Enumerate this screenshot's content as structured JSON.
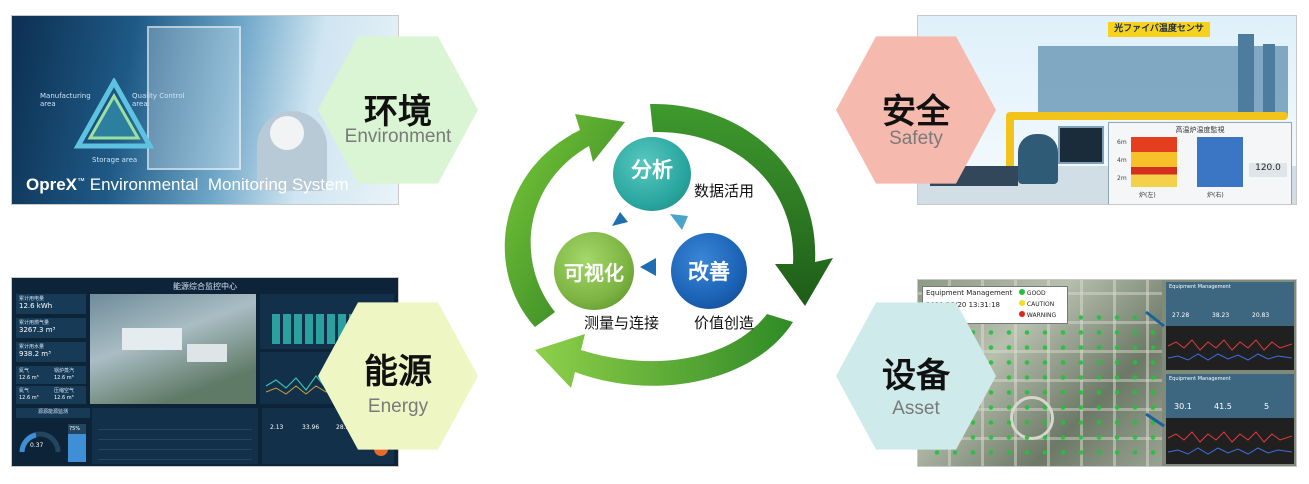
{
  "hexagons": {
    "environment": {
      "cn": "环境",
      "en": "Environment",
      "color": "#d9f5d3"
    },
    "safety": {
      "cn": "安全",
      "en": "Safety",
      "color": "#f6b9ae"
    },
    "energy": {
      "cn": "能源",
      "en": "Energy",
      "color": "#eef7c4"
    },
    "asset": {
      "cn": "设备",
      "en": "Asset",
      "color": "#cfeaea"
    }
  },
  "cycle": {
    "analyze": {
      "label": "分析",
      "caption": "数据活用",
      "color": "#2aa7a0"
    },
    "improve": {
      "label": "改善",
      "caption": "价值创造",
      "color": "#1b62b5"
    },
    "visualize": {
      "label": "可视化",
      "caption": "测量与连接",
      "color": "#7cb342"
    }
  },
  "env_panel": {
    "labels": [
      "Manufacturing area",
      "Quality Control area",
      "Storage area"
    ],
    "brand": "OpreX",
    "tm": "™",
    "system": "Environmental  Monitoring System"
  },
  "safety_panel": {
    "sign": "光ファイバ温度センサ",
    "monitor_title": "高温炉温度監視",
    "reading": "120.0",
    "axis_labels": [
      "6m",
      "4m",
      "2m"
    ],
    "furnace_left": "炉(左)",
    "furnace_right": "炉(右)"
  },
  "energy_panel": {
    "title": "能源综合监控中心",
    "metrics": [
      {
        "label": "累计用电量",
        "value": "12.6 kWh"
      },
      {
        "label": "累计用燃气量",
        "value": "3267.3 m³"
      },
      {
        "label": "累计用水量",
        "value": "938.2 m³"
      }
    ],
    "pairs": [
      {
        "left_label": "氮气",
        "right_label": "锅炉蒸汽",
        "left": "12.6 m³",
        "right": "12.6 m³"
      },
      {
        "left_label": "氮气",
        "right_label": "压缩空气",
        "left": "12.6 m³",
        "right": "12.6 m³"
      }
    ],
    "section": "源源能源监测",
    "gauge_value": "0.37",
    "bar_pct": "75%",
    "pipe_values": [
      "2.13",
      "33.96",
      "28.31"
    ]
  },
  "asset_panel": {
    "title": "Equipment Management",
    "timestamp": "2021/12/20 13:31:18",
    "legend": [
      {
        "label": "GOOD",
        "color": "#22c13a"
      },
      {
        "label": "CAUTION",
        "color": "#f2df1e"
      },
      {
        "label": "WARNING",
        "color": "#e3231b"
      }
    ],
    "mini_title": "Equipment Management",
    "mini_values_top": [
      "27.28",
      "38.23",
      "20.83"
    ],
    "mini_values_bottom": [
      "30.1",
      "41.5",
      "5"
    ]
  }
}
